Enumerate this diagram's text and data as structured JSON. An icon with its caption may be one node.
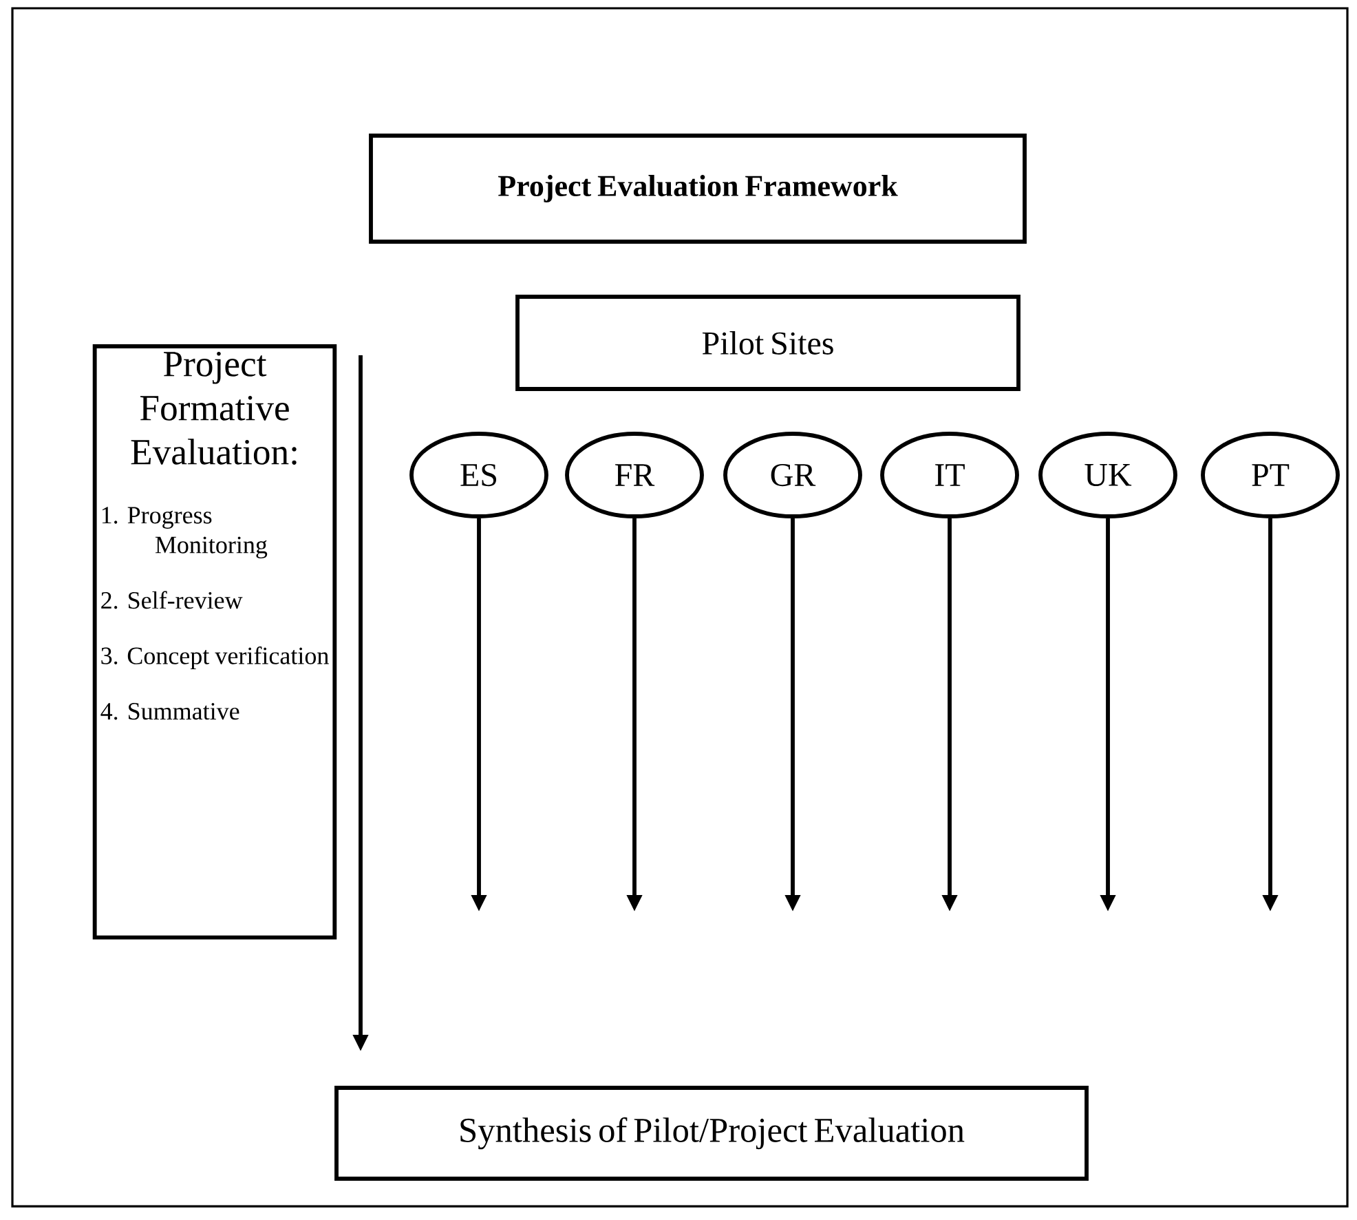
{
  "diagram": {
    "nodes": [
      {
        "text": [
          "Project Evaluation Framework"
        ]
      },
      {
        "text": [
          "Project Formative Evaluation:",
          "1. Progress Monitoring",
          "2. Self-review",
          "3. Concept verification",
          "4. Summative"
        ]
      },
      {
        "text": [
          "Pilot Sites"
        ]
      },
      {
        "text": [
          "ES"
        ]
      },
      {
        "text": [
          "FR"
        ]
      },
      {
        "text": [
          "GR"
        ]
      },
      {
        "text": [
          "IT"
        ]
      },
      {
        "text": [
          "UK"
        ]
      },
      {
        "text": [
          "PT"
        ]
      },
      {
        "text": [
          "Synthesis of Pilot/Project Evaluation"
        ]
      }
    ],
    "edges": [
      {
        "from": 3,
        "to": null,
        "arrow": "to"
      },
      {
        "from": 4,
        "to": null,
        "arrow": "to"
      },
      {
        "from": 5,
        "to": null,
        "arrow": "to"
      },
      {
        "from": 6,
        "to": null,
        "arrow": "to"
      },
      {
        "from": 7,
        "to": null,
        "arrow": "to"
      },
      {
        "from": 8,
        "to": null,
        "arrow": "to"
      },
      {
        "from": null,
        "to": 9,
        "arrow": "to"
      }
    ]
  }
}
